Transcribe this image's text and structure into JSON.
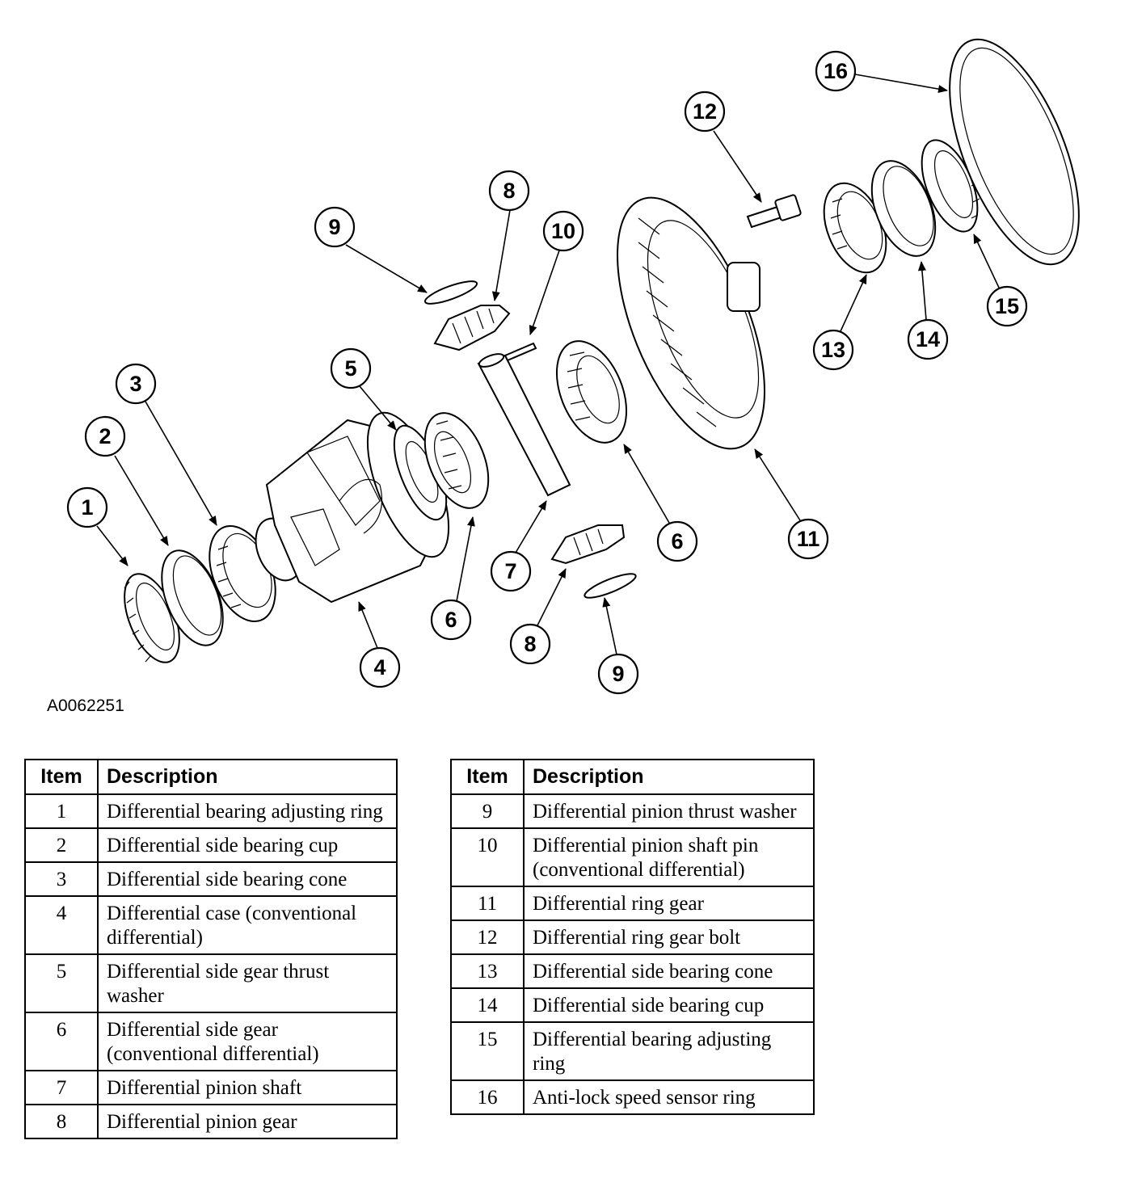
{
  "figure_id": "A0062251",
  "callouts": [
    "1",
    "2",
    "3",
    "4",
    "5",
    "6",
    "6",
    "7",
    "8",
    "8",
    "9",
    "9",
    "10",
    "11",
    "12",
    "13",
    "14",
    "15",
    "16"
  ],
  "legend": {
    "header_item": "Item",
    "header_description": "Description",
    "left": [
      {
        "item": "1",
        "description": "Differential bearing adjusting ring"
      },
      {
        "item": "2",
        "description": "Differential side bearing cup"
      },
      {
        "item": "3",
        "description": "Differential side bearing cone"
      },
      {
        "item": "4",
        "description": "Differential case (conventional differential)"
      },
      {
        "item": "5",
        "description": "Differential side gear thrust washer"
      },
      {
        "item": "6",
        "description": "Differential side gear (conventional differential)"
      },
      {
        "item": "7",
        "description": "Differential pinion shaft"
      },
      {
        "item": "8",
        "description": "Differential pinion gear"
      }
    ],
    "right": [
      {
        "item": "9",
        "description": "Differential pinion thrust washer"
      },
      {
        "item": "10",
        "description": "Differential pinion shaft pin (conventional differential)"
      },
      {
        "item": "11",
        "description": "Differential ring gear"
      },
      {
        "item": "12",
        "description": "Differential ring gear bolt"
      },
      {
        "item": "13",
        "description": "Differential side bearing cone"
      },
      {
        "item": "14",
        "description": "Differential side bearing cup"
      },
      {
        "item": "15",
        "description": "Differential bearing adjusting ring"
      },
      {
        "item": "16",
        "description": "Anti-lock speed sensor ring"
      }
    ]
  }
}
